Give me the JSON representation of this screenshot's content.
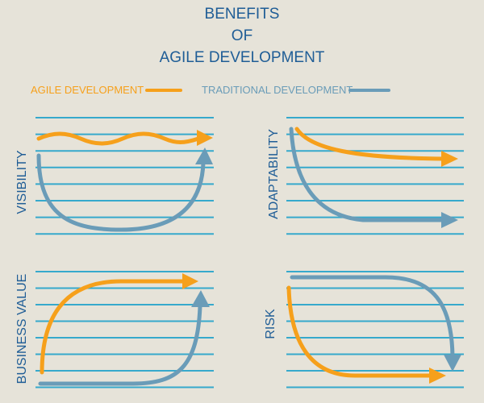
{
  "title": {
    "line1": "BENEFITS",
    "line2": "OF",
    "line3": "AGILE DEVELOPMENT"
  },
  "legend": {
    "agile": {
      "label": "AGILE DEVELOPMENT",
      "color": "#f6a01b"
    },
    "traditional": {
      "label": "TRADITIONAL DEVELOPMENT",
      "color": "#6a9cb8"
    }
  },
  "panels": [
    {
      "label": "VISIBILITY"
    },
    {
      "label": "ADAPTABILITY"
    },
    {
      "label": "BUSINESS VALUE"
    },
    {
      "label": "RISK"
    }
  ],
  "colors": {
    "background": "#e6e3d9",
    "gridline": "#36a9cc",
    "title": "#1f5d96"
  }
}
